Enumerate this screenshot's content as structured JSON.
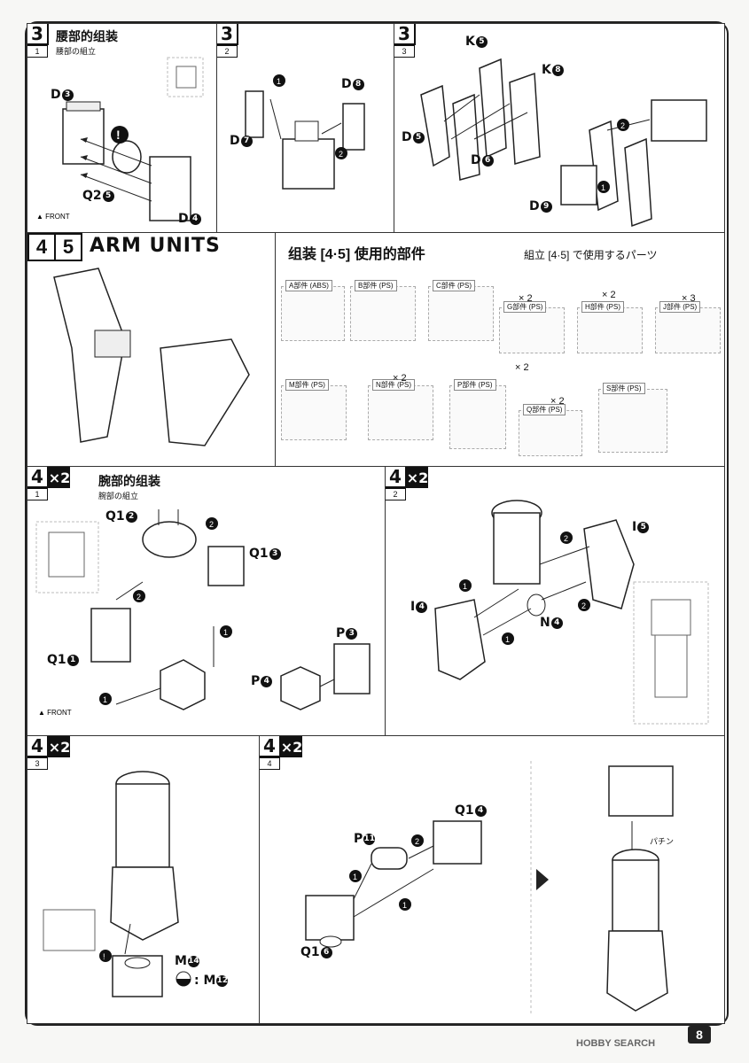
{
  "steps": {
    "s1": {
      "num": "3",
      "sub": "1",
      "title_cn": "腰部的组装",
      "title_jp": "腰部の組立",
      "labels": {
        "d3": "D",
        "q2": "Q2",
        "d4": "D"
      }
    },
    "s2": {
      "num": "3",
      "sub": "2",
      "labels": {
        "d7": "D",
        "d8": "D"
      }
    },
    "s3": {
      "num": "3",
      "sub": "3",
      "labels": {
        "k5": "K",
        "k8": "K",
        "d5": "D",
        "d6": "D",
        "d9": "D"
      }
    },
    "arm": {
      "num1": "4",
      "num2": "5",
      "title": "ARM UNITS",
      "parts_title_cn": "组装",
      "parts_title_cn2": "使用的部件",
      "parts_title_jp": "組立",
      "parts_title_jp2": "で使用するパーツ"
    },
    "s41": {
      "num": "4",
      "mult": "×2",
      "sub": "1",
      "title_cn": "腕部的组装",
      "title_jp": "腕部の組立",
      "labels": {
        "q12": "Q1",
        "q13": "Q1",
        "q11": "Q1",
        "p3": "P",
        "p4": "P"
      }
    },
    "s42": {
      "num": "4",
      "mult": "×2",
      "sub": "2",
      "labels": {
        "i5": "I",
        "i4": "I",
        "n4": "N"
      }
    },
    "s43": {
      "num": "4",
      "mult": "×2",
      "sub": "3",
      "labels": {
        "m14": "M",
        "m12": ": M"
      }
    },
    "s44": {
      "num": "4",
      "mult": "×2",
      "sub": "4",
      "labels": {
        "q14": "Q1",
        "p11": "P",
        "q16": "Q1",
        "click": "パチン"
      }
    }
  },
  "runners": [
    {
      "tag": "A部件 (ABS)",
      "times": ""
    },
    {
      "tag": "B部件 (PS)",
      "times": ""
    },
    {
      "tag": "C部件 (PS)",
      "times": ""
    },
    {
      "tag": "G部件 (PS)",
      "times": "× 2"
    },
    {
      "tag": "H部件 (PS)",
      "times": "× 2"
    },
    {
      "tag": "J部件 (PS)",
      "times": "× 3"
    },
    {
      "tag": "M部件 (PS)",
      "times": ""
    },
    {
      "tag": "N部件 (PS)",
      "times": "× 2"
    },
    {
      "tag": "P部件 (PS)",
      "times": "× 2"
    },
    {
      "tag": "Q部件 (PS)",
      "times": "× 2"
    },
    {
      "tag": "S部件 (PS)",
      "times": ""
    }
  ],
  "page_number": "8",
  "watermark": "HOBBY SEARCH"
}
